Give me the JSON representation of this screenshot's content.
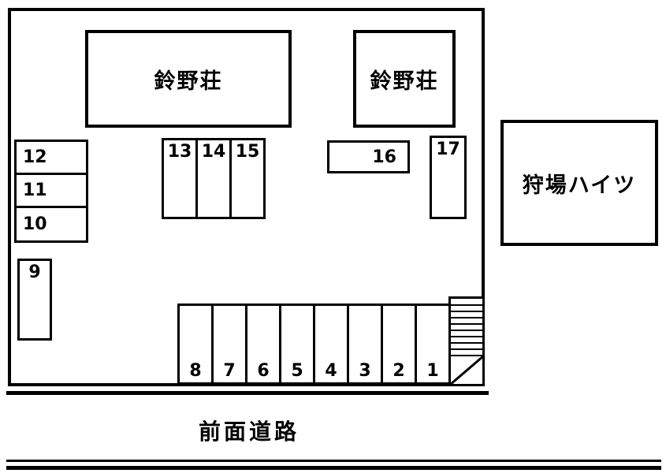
{
  "diagram": {
    "buildings": {
      "building_left": "鈴野荘",
      "building_right": "鈴野荘",
      "building_east": "狩場ハイツ"
    },
    "stalls": {
      "left_column": [
        "12",
        "11",
        "10"
      ],
      "stall_9": "9",
      "middle_group": [
        "13",
        "14",
        "15"
      ],
      "stall_16": "16",
      "stall_17": "17",
      "bottom_row": [
        "8",
        "7",
        "6",
        "5",
        "4",
        "3",
        "2",
        "1"
      ]
    },
    "road_label": "前面道路",
    "colors": {
      "line": "#000000",
      "background": "#ffffff"
    }
  }
}
